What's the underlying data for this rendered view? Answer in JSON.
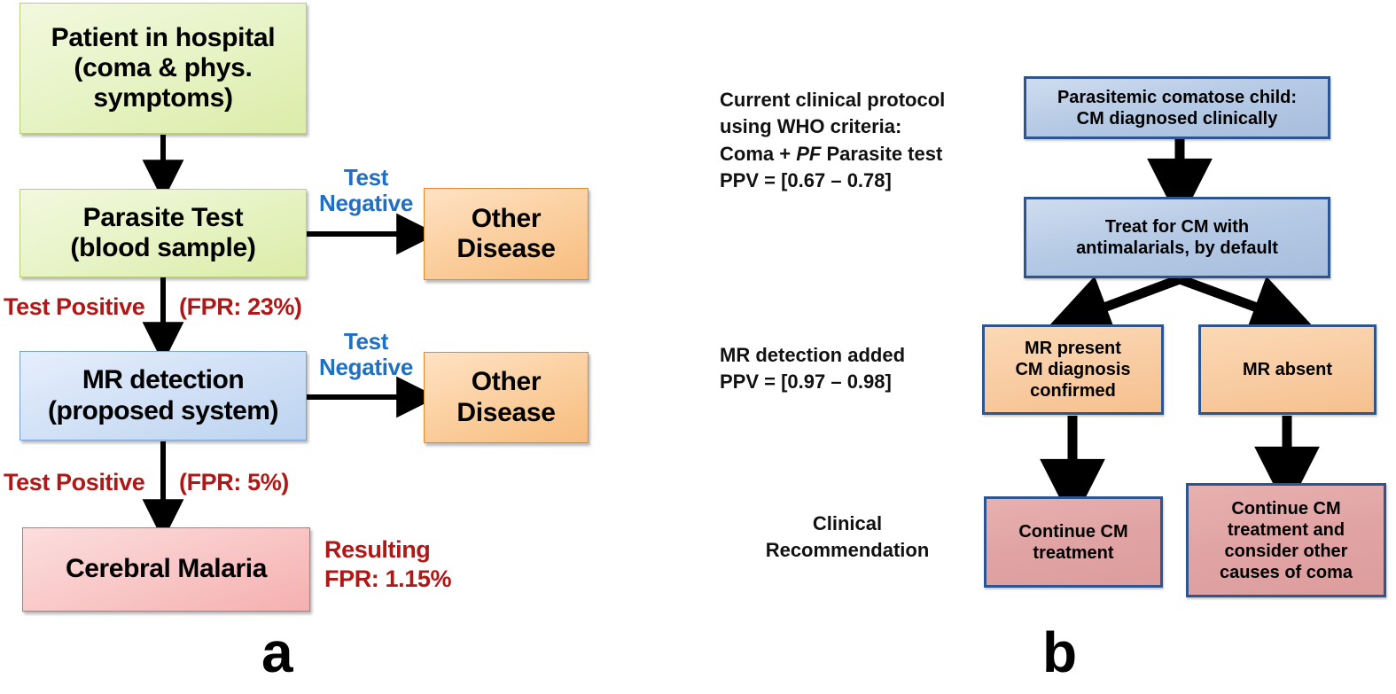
{
  "figure": {
    "panel_a_label": "a",
    "panel_b_label": "b"
  },
  "panel_a": {
    "nodes": {
      "patient": "Patient in hospital\n(coma & phys.\nsymptoms)",
      "parasite_test": "Parasite Test\n(blood sample)",
      "other_disease_1": "Other\nDisease",
      "mr_detection": "MR detection\n(proposed system)",
      "other_disease_2": "Other\nDisease",
      "cerebral_malaria": "Cerebral Malaria"
    },
    "edge_labels": {
      "test_negative_1": "Test\nNegative",
      "test_negative_2": "Test\nNegative",
      "test_positive_1": "Test Positive",
      "fpr_1": "(FPR: 23%)",
      "test_positive_2": "Test Positive",
      "fpr_2": "(FPR: 5%)",
      "resulting_fpr": "Resulting\nFPR: 1.15%"
    }
  },
  "panel_b": {
    "annotations": {
      "current_protocol": "Current  clinical protocol\nusing WHO criteria:\nComa + PF Parasite test\nPPV = [0.67 – 0.78]",
      "current_protocol_line1": "Current  clinical protocol",
      "current_protocol_line2": "using WHO criteria:",
      "current_protocol_line3a": "Coma + ",
      "current_protocol_line3b": "PF",
      "current_protocol_line3c": " Parasite test",
      "current_protocol_line4": "PPV = [0.67 – 0.78]",
      "mr_added": "MR detection added\nPPV = [0.97 – 0.98]",
      "clinical_recommendation": "Clinical\nRecommendation"
    },
    "nodes": {
      "parasitemic_child": "Parasitemic comatose child:\nCM diagnosed clinically",
      "treat_cm": "Treat for CM with\nantimalarials, by default",
      "mr_present": "MR present\nCM diagnosis\nconfirmed",
      "mr_absent": "MR absent",
      "continue_cm": "Continue CM\ntreatment",
      "continue_cm_other": "Continue CM\ntreatment and\nconsider other\ncauses of coma"
    }
  },
  "colors": {
    "green_node": "#e4f1bd",
    "orange_node": "#fac89a",
    "blue_node": "#cadcf2",
    "pink_node": "#f8c0c0",
    "b_blue_node": "#b4c9e4",
    "b_orange_node": "#f8caa0",
    "b_pink_node": "#e0a3a3",
    "b_border": "#2c5591",
    "red_text": "#b01818",
    "blue_text": "#1f6fc4",
    "arrow": "#000000"
  }
}
